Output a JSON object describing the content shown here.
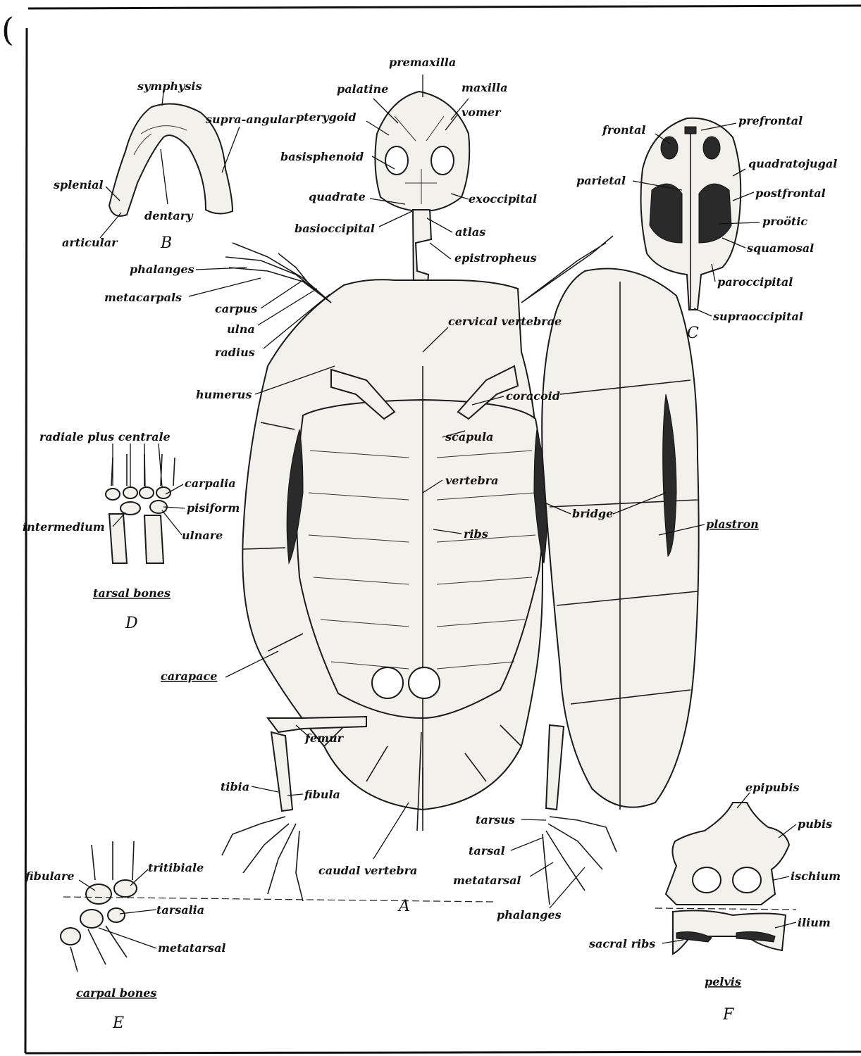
{
  "figure": {
    "corner_mark": "(",
    "panel_letters": {
      "A": "A",
      "B": "B",
      "C": "C",
      "D": "D",
      "E": "E",
      "F": "F"
    },
    "labels": {
      "b_symphysis": "symphysis",
      "b_supra_angular": "supra-angular",
      "b_splenial": "splenial",
      "b_dentary": "dentary",
      "b_articular": "articular",
      "a_premaxilla": "premaxilla",
      "a_palatine": "palatine",
      "a_maxilla": "maxilla",
      "a_pterygoid": "pterygoid",
      "a_vomer": "vomer",
      "a_basisphenoid": "basisphenoid",
      "a_quadrate": "quadrate",
      "a_exoccipital": "exoccipital",
      "a_basioccipital": "basioccipital",
      "a_atlas": "atlas",
      "a_epistropheus": "epistropheus",
      "a_phalanges_fore": "phalanges",
      "a_metacarpals": "metacarpals",
      "a_carpus": "carpus",
      "a_ulna": "ulna",
      "a_radius": "radius",
      "a_humerus": "humerus",
      "a_cervical_vertebrae": "cervical vertebrae",
      "a_coracoid": "coracoid",
      "a_scapula": "scapula",
      "a_vertebra": "vertebra",
      "a_ribs": "ribs",
      "a_bridge": "bridge",
      "a_plastron": "plastron",
      "a_carapace": "carapace",
      "a_femur": "femur",
      "a_tibia": "tibia",
      "a_fibula": "fibula",
      "a_caudal_vertebra": "caudal vertebra",
      "a_tarsus": "tarsus",
      "a_tarsal": "tarsal",
      "a_metatarsal": "metatarsal",
      "a_phalanges_hind": "phalanges",
      "c_frontal": "frontal",
      "c_prefrontal": "prefrontal",
      "c_quadratojugal": "quadratojugal",
      "c_parietal": "parietal",
      "c_postfrontal": "postfrontal",
      "c_prootic": "proötic",
      "c_squamosal": "squamosal",
      "c_paroccipital": "paroccipital",
      "c_supraoccipital": "supraoccipital",
      "d_radiale_plus_centrale": "radiale plus centrale",
      "d_carpalia": "carpalia",
      "d_pisiform": "pisiform",
      "d_intermedium": "intermedium",
      "d_ulnare": "ulnare",
      "d_caption": "tarsal bones",
      "e_fibulare": "fibulare",
      "e_tritibiale": "tritibiale",
      "e_tarsalia": "tarsalia",
      "e_metatarsal": "metatarsal",
      "e_caption": "carpal bones",
      "f_epipubis": "epipubis",
      "f_pubis": "pubis",
      "f_ischium": "ischium",
      "f_ilium": "ilium",
      "f_sacral_ribs": "sacral ribs",
      "f_caption": "pelvis"
    }
  }
}
